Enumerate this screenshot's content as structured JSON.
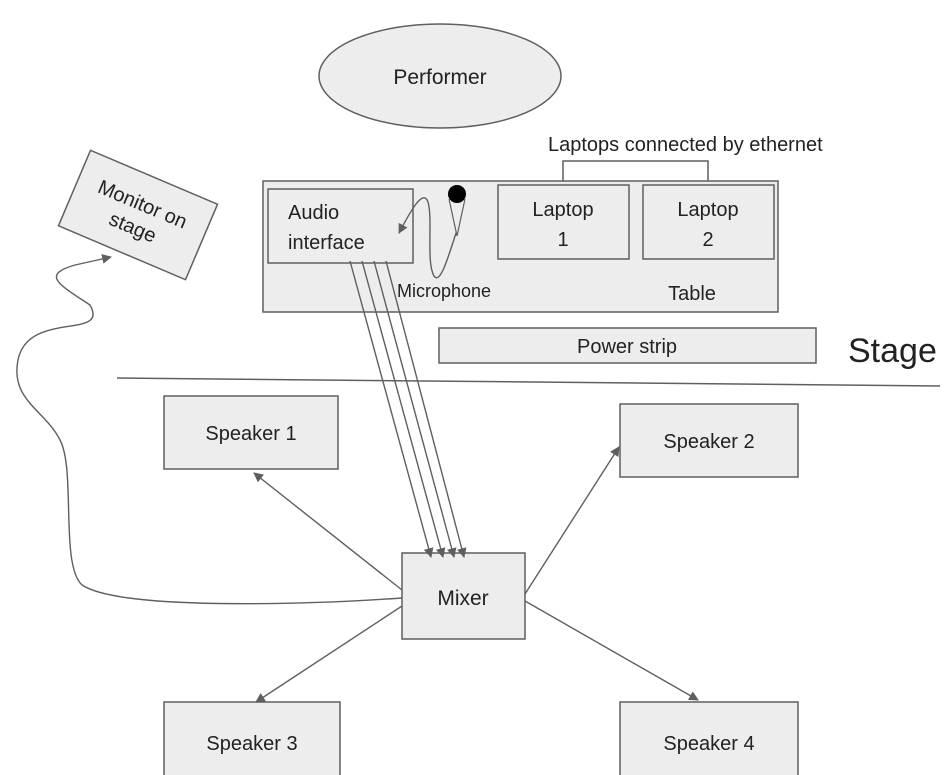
{
  "diagram": {
    "colors": {
      "fill": "#ededed",
      "stroke": "#5f5f5f",
      "text": "#222222",
      "background": "#ffffff"
    },
    "performer": {
      "label": "Performer"
    },
    "monitor": {
      "label_line1": "Monitor on",
      "label_line2": "stage"
    },
    "table": {
      "label": "Table",
      "audio_interface": {
        "line1": "Audio",
        "line2": "interface"
      },
      "microphone": {
        "label": "Microphone",
        "icon": "microphone-icon"
      },
      "laptop1": {
        "line1": "Laptop",
        "line2": "1"
      },
      "laptop2": {
        "line1": "Laptop",
        "line2": "2"
      }
    },
    "laptops_note": "Laptops connected by ethernet",
    "power_strip": {
      "label": "Power strip"
    },
    "stage": {
      "label": "Stage"
    },
    "speakers": {
      "s1": "Speaker 1",
      "s2": "Speaker 2",
      "s3": "Speaker 3",
      "s4": "Speaker 4"
    },
    "mixer": {
      "label": "Mixer"
    }
  }
}
